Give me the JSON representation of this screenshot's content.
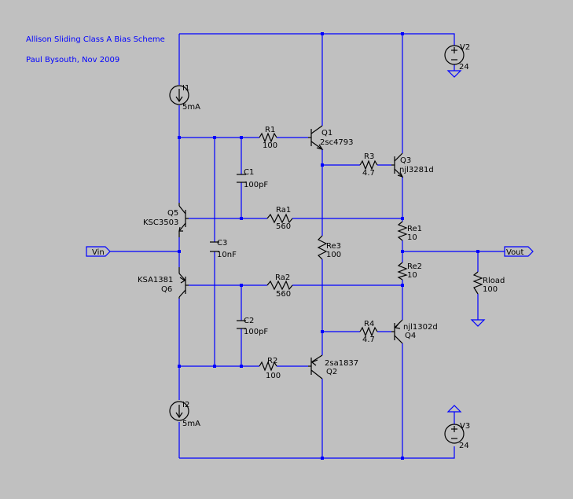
{
  "title": {
    "line1": "Allison Sliding Class A Bias Scheme",
    "line2": "Paul Bysouth,  Nov 2009"
  },
  "components": {
    "V2": {
      "name": "V2",
      "value": "24"
    },
    "V3": {
      "name": "V3",
      "value": "24"
    },
    "I1": {
      "name": "I1",
      "value": "5mA"
    },
    "I2": {
      "name": "I2",
      "value": "5mA"
    },
    "R1": {
      "name": "R1",
      "value": "100"
    },
    "R2": {
      "name": "R2",
      "value": "100"
    },
    "R3": {
      "name": "R3",
      "value": "4.7"
    },
    "R4": {
      "name": "R4",
      "value": "4.7"
    },
    "Ra1": {
      "name": "Ra1",
      "value": "560"
    },
    "Ra2": {
      "name": "Ra2",
      "value": "560"
    },
    "Re1": {
      "name": "Re1",
      "value": "10"
    },
    "Re2": {
      "name": "Re2",
      "value": "10"
    },
    "Re3": {
      "name": "Re3",
      "value": "100"
    },
    "Rload": {
      "name": "Rload",
      "value": "100"
    },
    "C1": {
      "name": "C1",
      "value": "100pF"
    },
    "C2": {
      "name": "C2",
      "value": "100pF"
    },
    "C3": {
      "name": "C3",
      "value": "10nF"
    },
    "Q1": {
      "name": "Q1",
      "part": "2sc4793"
    },
    "Q2": {
      "name": "Q2",
      "part": "2sa1837"
    },
    "Q3": {
      "name": "Q3",
      "part": "njl3281d"
    },
    "Q4": {
      "name": "Q4",
      "part": "njl1302d"
    },
    "Q5": {
      "name": "Q5",
      "part": "KSC3503"
    },
    "Q6": {
      "name": "Q6",
      "part": "KSA1381"
    }
  },
  "ports": {
    "vin": "Vin",
    "vout": "Vout"
  },
  "colors": {
    "background": "#c0c0c0",
    "wire": "#0000ff",
    "component": "#000000",
    "title_text": "#0000ff"
  }
}
